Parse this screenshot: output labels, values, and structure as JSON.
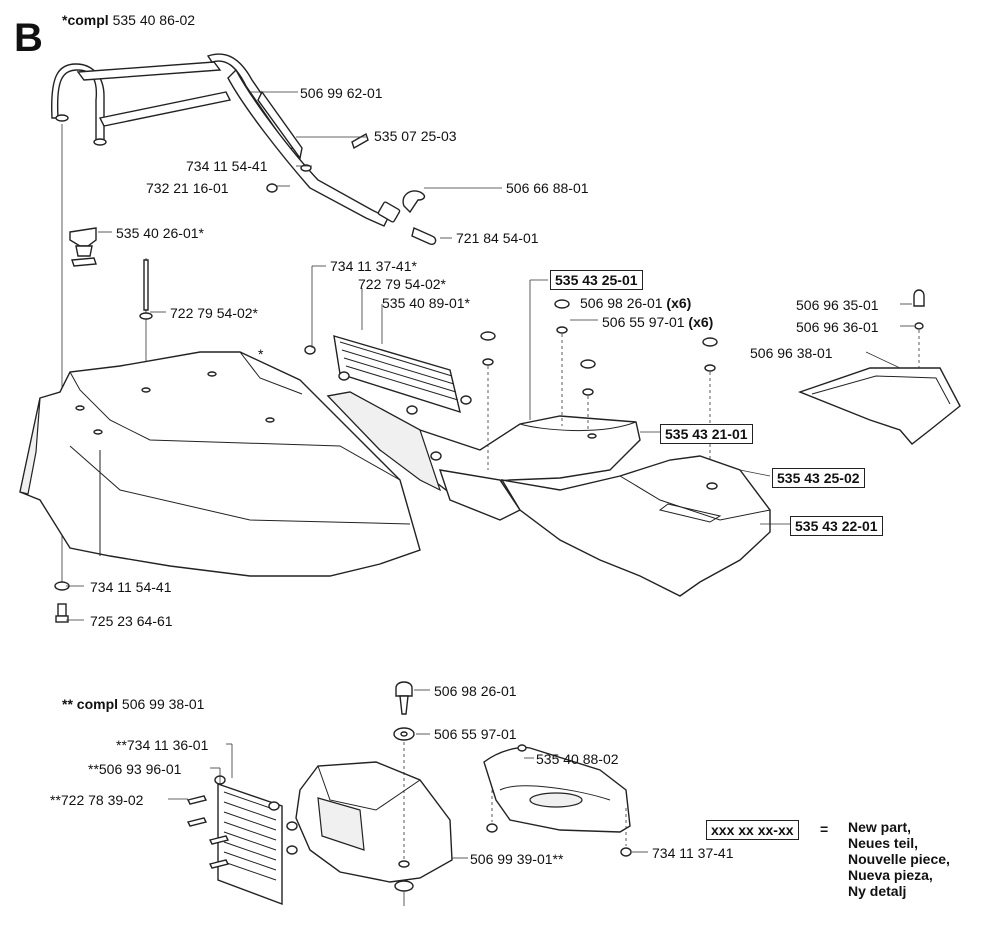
{
  "section": {
    "letter": "B",
    "compl_prefix": "*compl",
    "compl_number": "535 40 86-02"
  },
  "labels": {
    "handle": "506 99 62-01",
    "bolt_top": "535 07 25-03",
    "washer_a": "734 11 54-41",
    "nut_a": "732 21 16-01",
    "clip": "506 66 88-01",
    "pin": "721 84 54-01",
    "knob": "535 40 26-01*",
    "rod": "722 79 54-02*",
    "washer_b": "734 11 37-41*",
    "rod_b": "722 79 54-02*",
    "grille": "535 40 89-01*",
    "rear_shroud": "535 43 25-01",
    "screw_x6": "506 98 26-01",
    "screw_x6_qty": "(x6)",
    "washer_x6": "506 55 97-01",
    "washer_x6_qty": "(x6)",
    "bolt_r": "506 96 35-01",
    "washer_r": "506 96 36-01",
    "seat_cover": "506 96 38-01",
    "side_shroud": "535 43 21-01",
    "front_shroud": "535 43 25-02",
    "front_panel": "535 43 22-01",
    "washer_c": "734 11 54-41",
    "bolt_c": "725 23 64-61",
    "star": "*"
  },
  "lower": {
    "compl_prefix": "** compl",
    "compl_number": "506 99 38-01",
    "nut": "**734 11 36-01",
    "grille": "**506 93 96-01",
    "screw": "**722 78 39-02",
    "cover": "506 99 39-01**",
    "screw_top": "506 98 26-01",
    "washer_top": "506 55 97-01",
    "tray": "535 40 88-02",
    "washer_tray": "734 11 37-41"
  },
  "legend": {
    "code": "xxx xx xx-xx",
    "equals": "=",
    "lines": [
      "New part,",
      "Neues teil,",
      "Nouvelle piece,",
      "Nueva pieza,",
      "Ny detalj"
    ]
  }
}
